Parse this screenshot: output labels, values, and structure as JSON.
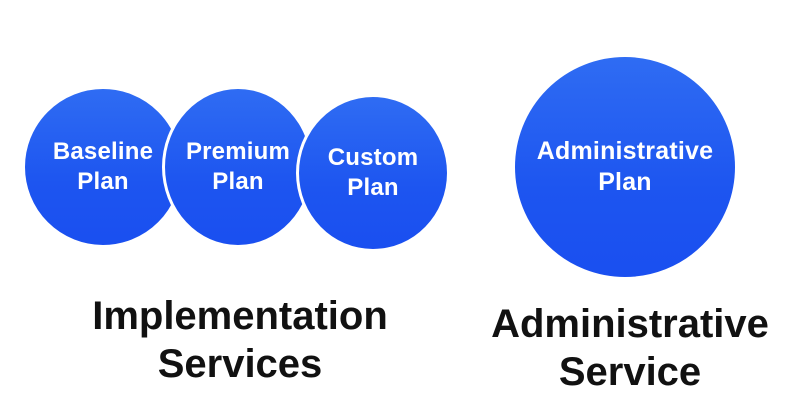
{
  "groups": {
    "implementation": {
      "title": "Implementation\nServices",
      "plans": [
        {
          "label": "Baseline\nPlan"
        },
        {
          "label": "Premium\nPlan"
        },
        {
          "label": "Custom\nPlan"
        }
      ]
    },
    "administrative": {
      "title": "Administrative\nService",
      "plans": [
        {
          "label": "Administrative\nPlan"
        }
      ]
    }
  },
  "colors": {
    "circle_fill": "#1d55f0",
    "circle_text": "#ffffff",
    "title_text": "#111111",
    "background": "#ffffff"
  }
}
